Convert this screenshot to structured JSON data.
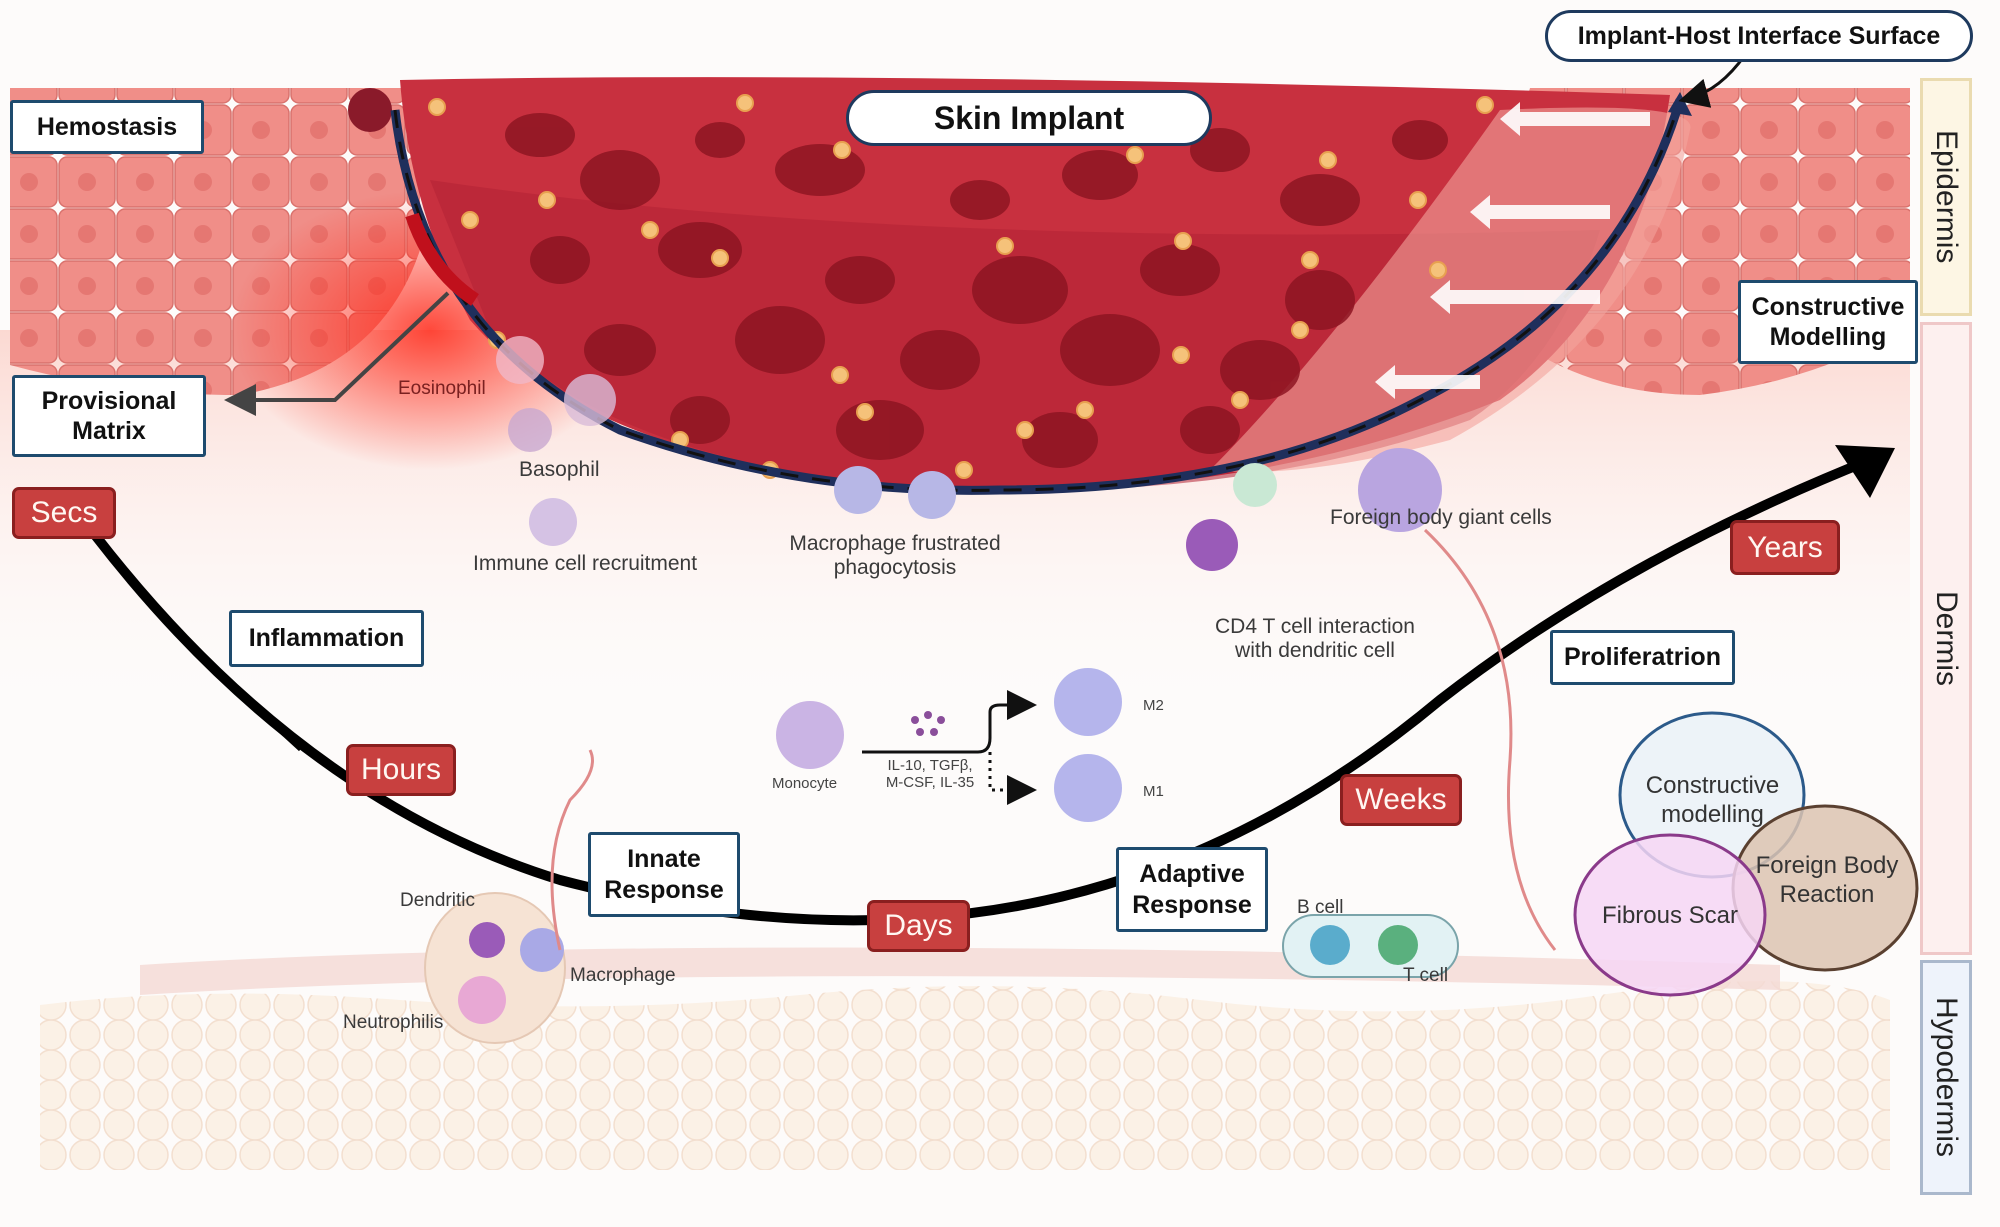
{
  "title_callouts": {
    "interface_surface": "Implant-Host Interface Surface",
    "skin_implant": "Skin Implant"
  },
  "stages": {
    "hemostasis": "Hemostasis",
    "provisional_matrix": "Provisional Matrix",
    "inflammation": "Inflammation",
    "innate_response": "Innate Response",
    "adaptive_response": "Adaptive Response",
    "proliferation": "Proliferatrion",
    "constructive_modelling": "Constructive Modelling"
  },
  "timeline": {
    "badges": [
      "Secs",
      "Hours",
      "Days",
      "Weeks",
      "Years"
    ]
  },
  "cells": {
    "eosinophil": "Eosinophil",
    "basophil": "Basophil",
    "immune_recruitment": "Immune cell recruitment",
    "macrophage_frustrated_line1": "Macrophage frustrated",
    "macrophage_frustrated_line2": "phagocytosis",
    "foreign_body_giant": "Foreign body giant cells",
    "cd4_line1": "CD4 T cell interaction",
    "cd4_line2": "with dendritic cell",
    "dendritic": "Dendritic",
    "macrophage": "Macrophage",
    "neutrophils": "Neutrophilis",
    "b_cell": "B cell",
    "t_cell": "T cell"
  },
  "polarization": {
    "monocyte": "Monocyte",
    "cytokines_line1": "IL-10, TGFβ,",
    "cytokines_line2": "M-CSF, IL-35",
    "m2": "M2",
    "m1": "M1"
  },
  "outcomes": {
    "constructive_line1": "Constructive",
    "constructive_line2": "modelling",
    "foreign_body_line1": "Foreign Body",
    "foreign_body_line2": "Reaction",
    "fibrous_scar": "Fibrous Scar"
  },
  "layers": {
    "epidermis": "Epidermis",
    "dermis": "Dermis",
    "hypodermis": "Hypodermis"
  },
  "colors": {
    "badge_fill": "#c8403f",
    "badge_border": "#8a1f1f",
    "box_border": "#1e4b6e",
    "implant_red": "#c8303f",
    "epidermis_pink": "#ef8c86",
    "interface_navy": "#1f2f5c"
  }
}
